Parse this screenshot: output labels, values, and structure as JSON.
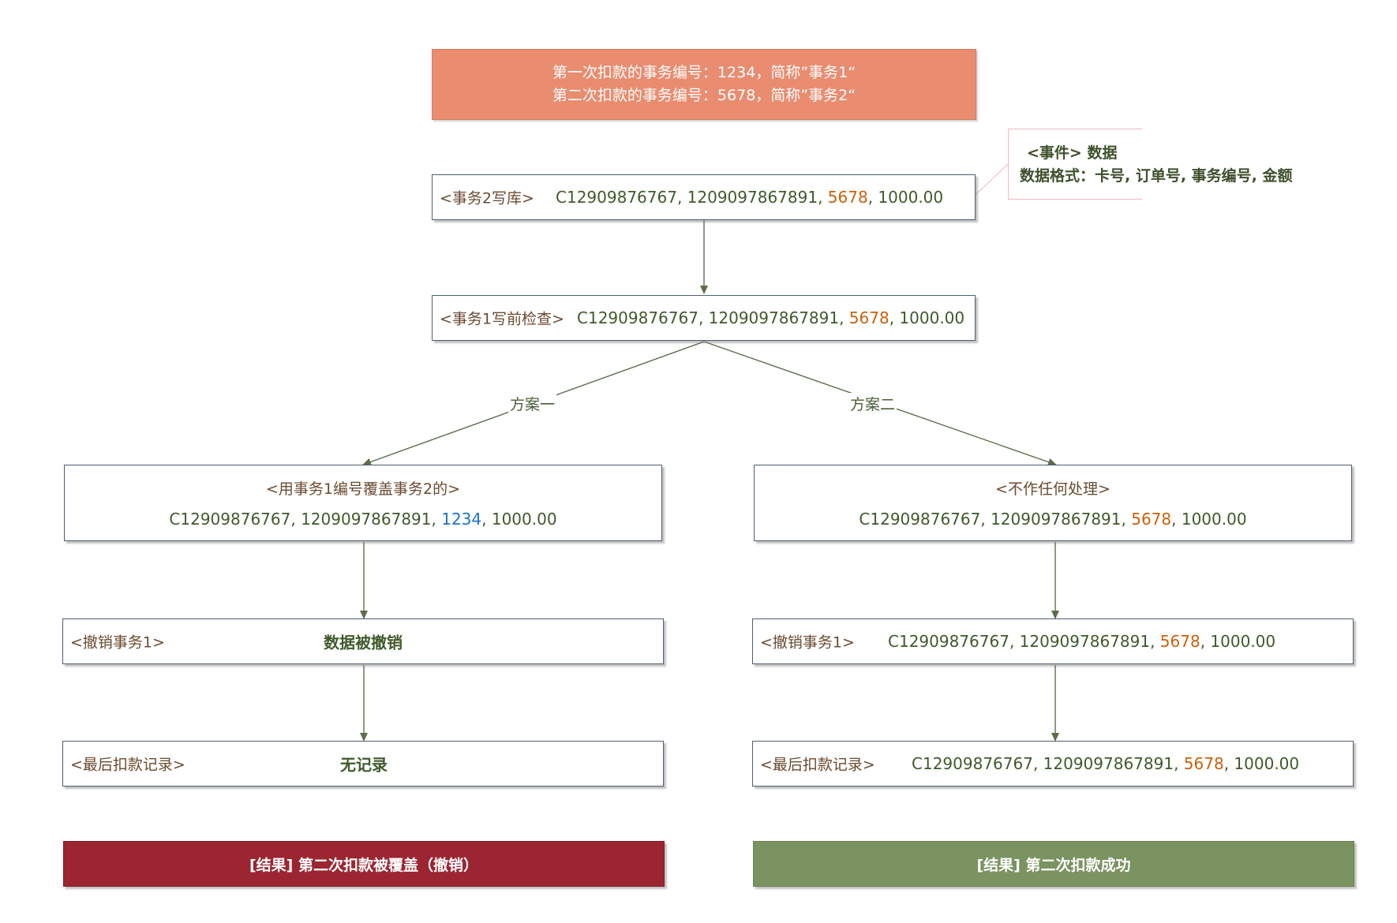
{
  "header": {
    "line1": "第一次扣款的事务编号：1234，简称”事务1“",
    "line2": "第二次扣款的事务编号：5678，简称”事务2“"
  },
  "note": {
    "line1": "<事件> 数据",
    "line2": "数据格式：卡号, 订单号, 事务编号, 金额"
  },
  "record": {
    "card": "C12909876767",
    "order": "1209097867891",
    "sep": ", ",
    "amount": "1000.00",
    "id_tx2": "5678",
    "id_tx1": "1234"
  },
  "nodes": {
    "write_tx2": {
      "tag": "<事务2写库>"
    },
    "check_tx1": {
      "tag": "<事务1写前检查>"
    },
    "plan1_box": {
      "title": "<用事务1编号覆盖事务2的>"
    },
    "plan2_box": {
      "title": "<不作任何处理>"
    },
    "rollback_left": {
      "tag": "<撤销事务1>",
      "text": "数据被撤销"
    },
    "rollback_right": {
      "tag": "<撤销事务1>"
    },
    "last_left": {
      "tag": "<最后扣款记录>",
      "text": "无记录"
    },
    "last_right": {
      "tag": "<最后扣款记录>"
    }
  },
  "edges": {
    "plan1_label": "方案一",
    "plan2_label": "方案二"
  },
  "results": {
    "left": "[结果]  第二次扣款被覆盖（撤销）",
    "right": "[结果]  第二次扣款成功"
  },
  "colors": {
    "header_bg": "#e98c70",
    "result_left_bg": "#9b2632",
    "result_right_bg": "#7a9361",
    "tx2_id_color": "#c8620c",
    "tx1_id_color": "#1a73c8",
    "edge_color": "#5b6e4c"
  }
}
